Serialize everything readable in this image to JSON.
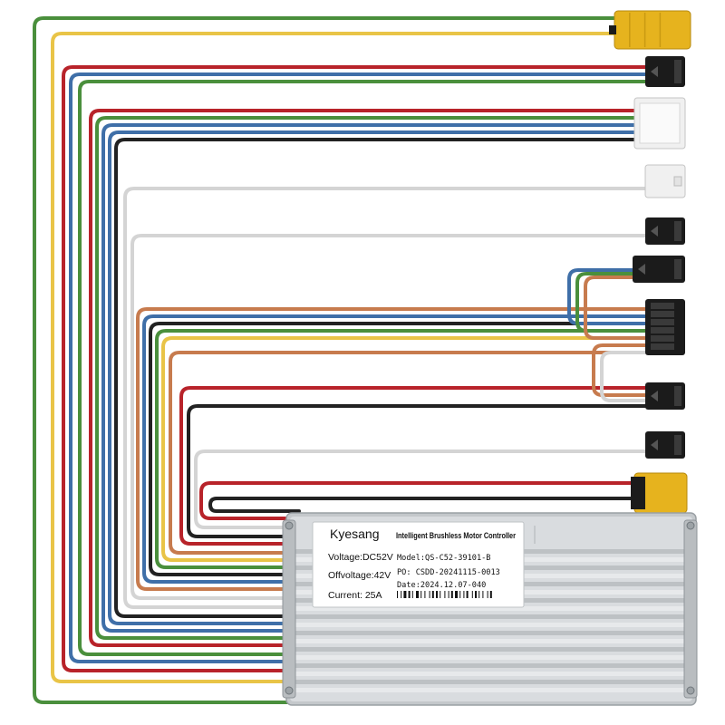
{
  "product": {
    "brand": "Kyesang",
    "title": "Intelligent Brushless Motor Controller",
    "voltage": "Voltage:DC52V",
    "offvoltage": "Offvoltage:42V",
    "current": "Current: 25A",
    "model": "Model:QS-C52-39101-B",
    "po": "PO: CSDD-20241115-0013",
    "date": "Date:2024.12.07-040"
  },
  "colors": {
    "green": "#4a8f3c",
    "yellow": "#e9c447",
    "blue": "#3f6fa8",
    "red": "#b8232a",
    "black": "#222222",
    "white": "#d4d4d4",
    "orange": "#c77b4e",
    "connector_yellow": "#e6b31e",
    "connector_black": "#1b1b1b",
    "connector_white": "#f0f0f0",
    "case": "#cfd3d6"
  }
}
